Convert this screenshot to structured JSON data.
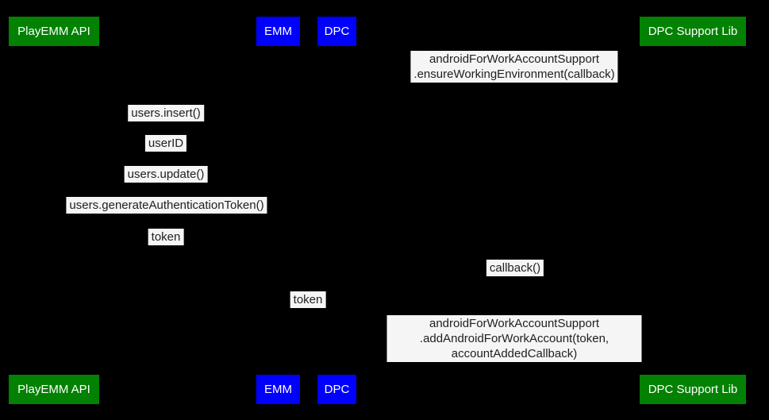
{
  "colors": {
    "background": "#000000",
    "actor_green": "#038103",
    "actor_blue": "#0000ff",
    "actor_text": "#ffffff",
    "message_background": "#f5f5f5",
    "message_text": "#212121"
  },
  "actors": {
    "playemm_api": {
      "label": "PlayEMM API"
    },
    "emm": {
      "label": "EMM"
    },
    "dpc": {
      "label": "DPC"
    },
    "dpc_support_lib": {
      "label": "DPC Support Lib"
    }
  },
  "messages": {
    "ensure_working_environment": {
      "text": "androidForWorkAccountSupport\n.ensureWorkingEnvironment(callback)"
    },
    "users_insert": {
      "text": "users.insert()"
    },
    "user_id": {
      "text": "userID"
    },
    "users_update": {
      "text": "users.update()"
    },
    "users_generate_authentication_token": {
      "text": "users.generateAuthenticationToken()"
    },
    "token_to_emm": {
      "text": "token"
    },
    "callback": {
      "text": "callback()"
    },
    "token_to_dpc": {
      "text": "token"
    },
    "add_android_for_work_account": {
      "text": "androidForWorkAccountSupport\n.addAndroidForWorkAccount(token, accountAddedCallback)"
    }
  }
}
